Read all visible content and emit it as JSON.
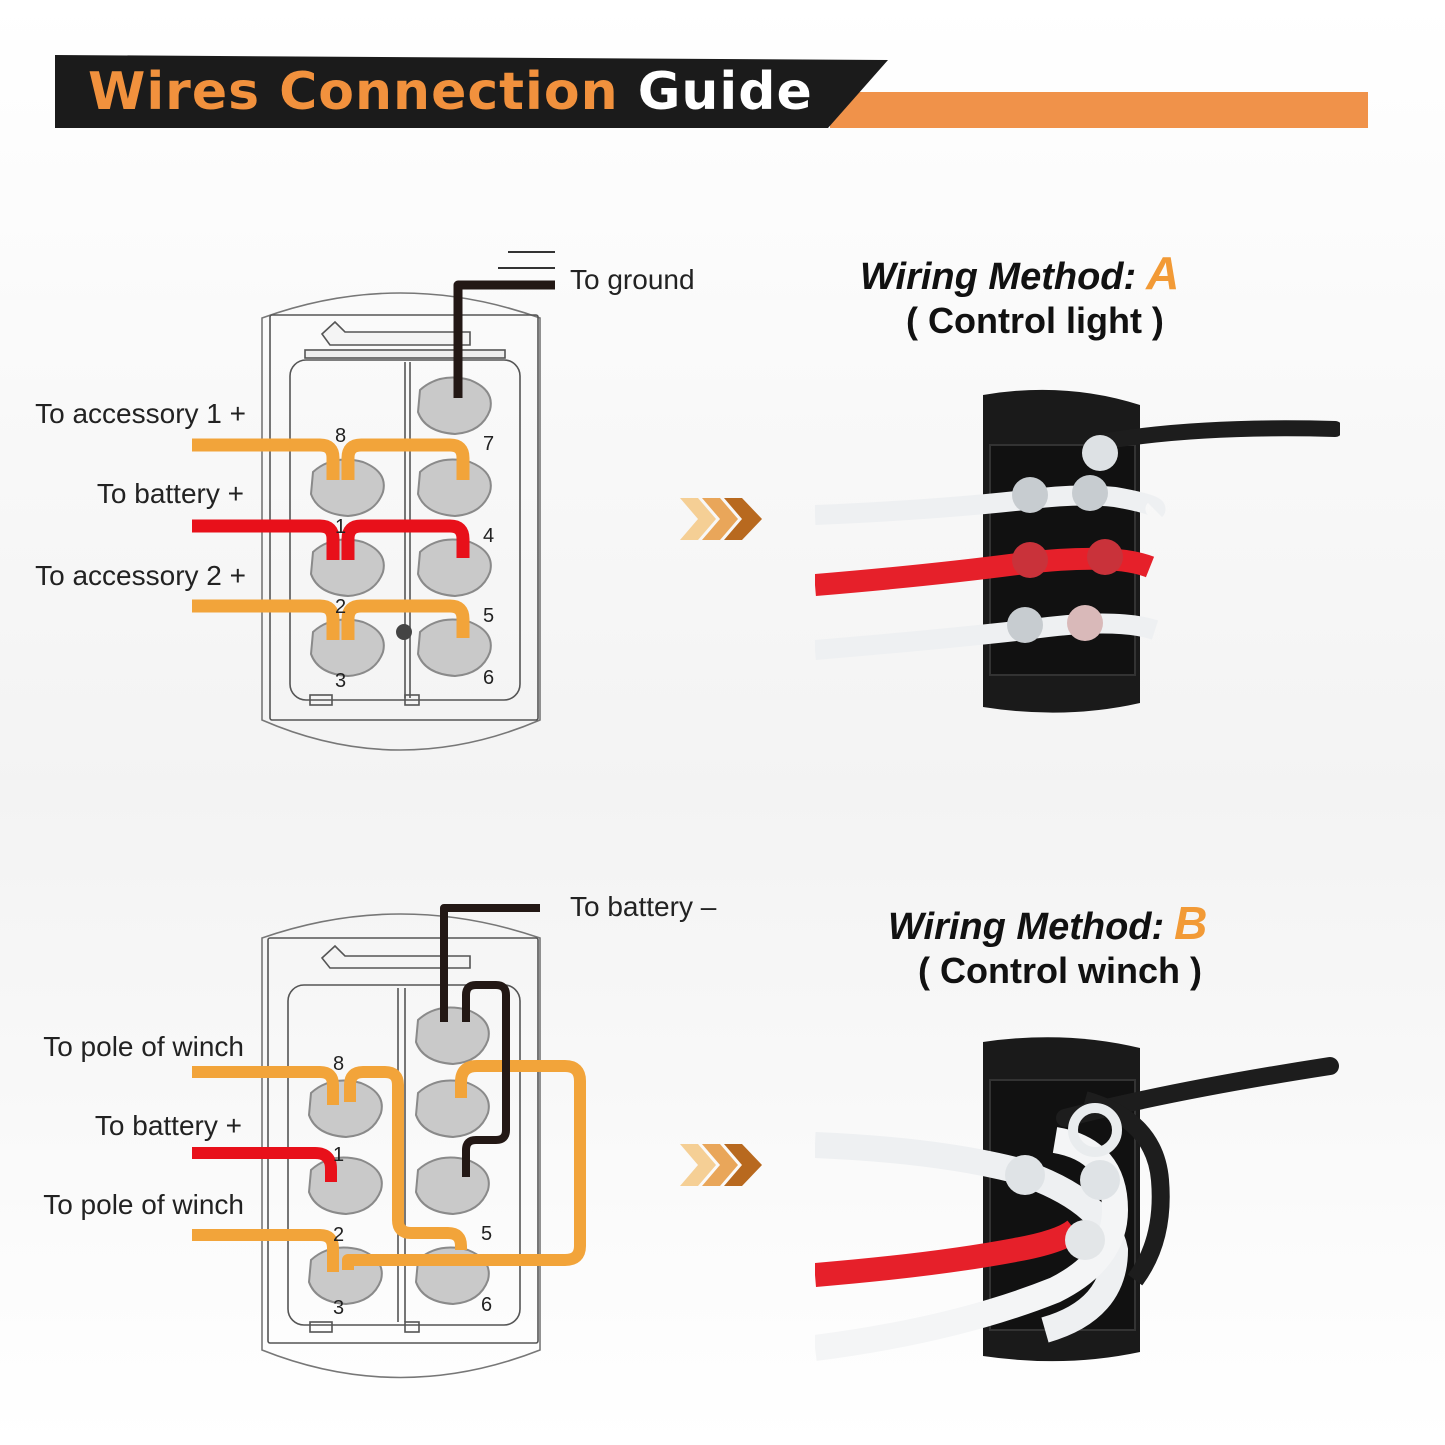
{
  "title": {
    "part1": "Wires Connection",
    "part2": "Guide"
  },
  "method_a": {
    "title_prefix": "Wiring Method:",
    "letter": "A",
    "subtitle": "( Control light )",
    "labels": {
      "ground": "To ground",
      "accessory1": "To accessory 1 +",
      "battery_pos": "To battery +",
      "accessory2": "To accessory 2 +"
    },
    "pins": [
      "8",
      "7",
      "1",
      "4",
      "2",
      "5",
      "3",
      "6"
    ]
  },
  "method_b": {
    "title_prefix": "Wiring Method:",
    "letter": "B",
    "subtitle": "( Control winch )",
    "labels": {
      "battery_neg": "To battery –",
      "winch_pole1": "To pole of winch",
      "battery_pos": "To battery +",
      "winch_pole2": "To pole of winch"
    },
    "pins": [
      "8",
      "1",
      "2",
      "5",
      "3",
      "6"
    ]
  },
  "colors": {
    "orange": "#f2a43a",
    "red": "#e8101a",
    "black": "#231815",
    "accent": "#f1913d"
  }
}
